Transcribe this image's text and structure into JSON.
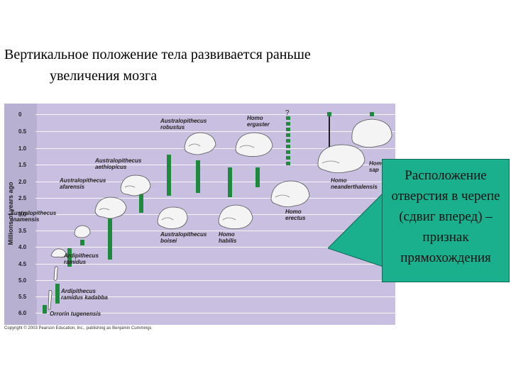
{
  "title": {
    "line1": "Вертикальное положение тела развивается раньше",
    "line2": "увеличения мозга"
  },
  "figure": {
    "y_axis_label": "Millions of years ago",
    "ticks": [
      "0",
      "0.5",
      "1.0",
      "1.5",
      "2.0",
      "2.5",
      "3.0",
      "3.5",
      "4.0",
      "4.5",
      "5.0",
      "5.5",
      "6.0"
    ],
    "question_mark": "?",
    "species": [
      {
        "label": "Australopithecus\nrobustus"
      },
      {
        "label": "Homo\nergaster"
      },
      {
        "label": "Australopithecus\naethiopicus"
      },
      {
        "label": "Australopithecus\nafarensis"
      },
      {
        "label": "Australopithecus\nanamensis"
      },
      {
        "label": "Ardipithecus\nramidus"
      },
      {
        "label": "Ardipithecus\nramidus kadabba"
      },
      {
        "label": "Orrorin tugenensis"
      },
      {
        "label": "Australopithecus\nboisei"
      },
      {
        "label": "Homo\nhabilis"
      },
      {
        "label": "Homo\nerectus"
      },
      {
        "label": "Homo\nneanderthalensis"
      },
      {
        "label": "Homo\nsap"
      }
    ],
    "copyright": "Copyright © 2003 Pearson Education, Inc., publishing as Benjamin Cummings"
  },
  "callout": {
    "text": "Расположение отверстия в черепе (сдвиг вперед) – признак прямохождения",
    "color": "#1ab08e"
  }
}
